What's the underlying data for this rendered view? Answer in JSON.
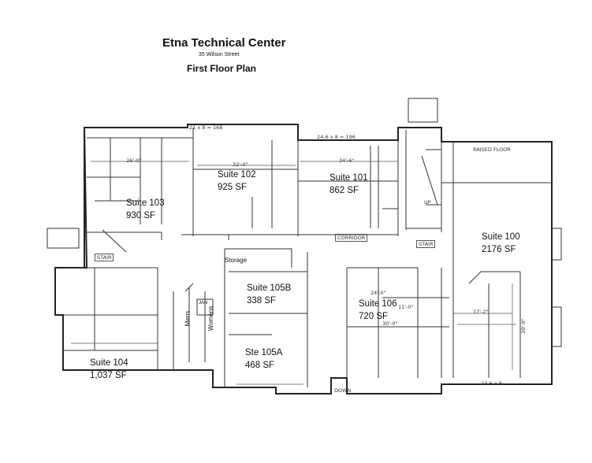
{
  "header": {
    "title": "Etna Technical  Center",
    "address": "35 Wilson Street",
    "subtitle": "First Floor Plan"
  },
  "suites": [
    {
      "name": "Suite 102",
      "area": "925 SF"
    },
    {
      "name": "Suite 101",
      "area": "862 SF"
    },
    {
      "name": "Suite 103",
      "area": "930 SF"
    },
    {
      "name": "Suite 100",
      "area": "2176 SF"
    },
    {
      "name": "Suite 105B",
      "area": "338 SF"
    },
    {
      "name": "Suite 106",
      "area": "720 SF"
    },
    {
      "name": "Ste 105A",
      "area": "468 SF"
    },
    {
      "name": "Suite 104",
      "area": "1,037 SF"
    }
  ],
  "rooms": {
    "storage": "Storage",
    "mens": "Mens",
    "womens": "Womens",
    "jan": "JAN",
    "stair_west": "STAIR",
    "stair_east": "STAIR",
    "corridor": "CORRIDOR",
    "raised_floor": "RAISED FLOOR",
    "down": "DOWN",
    "up": "UP"
  },
  "dimensions": {
    "top_left": "21 x 8 = 168",
    "top_mid": "24-6 x 8 = 196",
    "d1": "26'-0\"",
    "d2": "32'-0\"",
    "d3": "34'-6\"",
    "d4": "17'-2\"",
    "d5": "20'-0\"",
    "d6": "11'-0\"",
    "d7": "24'-0\"",
    "d8": "30'-0\"",
    "d9": "23-6 x 8"
  }
}
